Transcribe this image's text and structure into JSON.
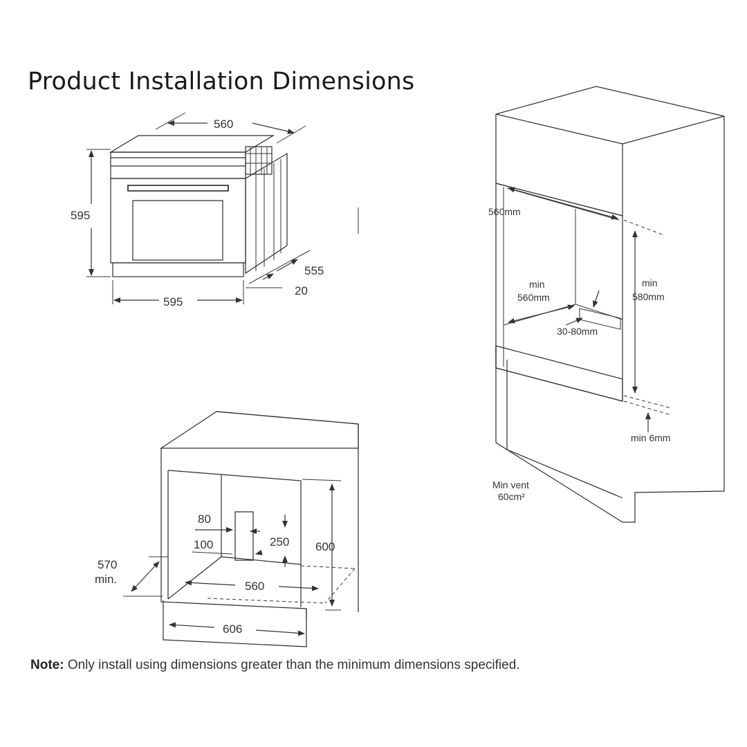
{
  "title": "Product Installation Dimensions",
  "oven": {
    "width_top": "560",
    "height": "595",
    "width_front": "595",
    "depth": "555",
    "door": "20"
  },
  "tall_cabinet": {
    "width": "560mm",
    "min_width_label1": "min",
    "min_width_label2": "560mm",
    "min_height_label1": "min",
    "min_height_label2": "580mm",
    "gap": "30-80mm",
    "bottom_gap": "min 6mm",
    "vent_label1": "Min vent",
    "vent_label2": "60cm²"
  },
  "under_counter": {
    "slot_width": "80",
    "slot_offset": "100",
    "slot_height": "250",
    "height": "600",
    "depth_label1": "570",
    "depth_label2": "min.",
    "inner_width": "560",
    "outer_width": "606"
  },
  "note": {
    "label": "Note:",
    "text": " Only install using dimensions greater than the minimum dimensions specified."
  }
}
